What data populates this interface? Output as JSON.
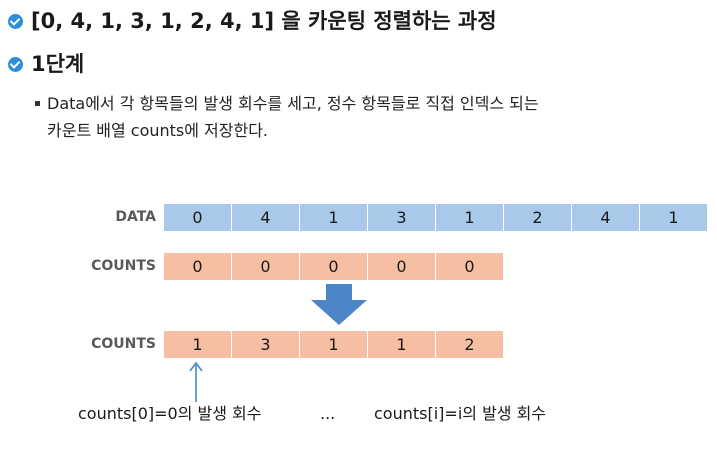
{
  "heading1": "[0, 4, 1, 3, 1, 2, 4, 1] 을 카운팅 정렬하는 과정",
  "heading2": "1단계",
  "description": {
    "line1": "Data에서 각 항목들의 발생 회수를 세고, 정수 항목들로 직접 인덱스 되는",
    "line2": "카운트 배열 counts에 저장한다."
  },
  "diagram": {
    "data_row": {
      "label": "DATA",
      "values": [
        "0",
        "4",
        "1",
        "3",
        "1",
        "2",
        "4",
        "1"
      ]
    },
    "counts_row_initial": {
      "label": "COUNTS",
      "values": [
        "0",
        "0",
        "0",
        "0",
        "0"
      ]
    },
    "counts_row_result": {
      "label": "COUNTS",
      "values": [
        "1",
        "3",
        "1",
        "1",
        "2"
      ]
    },
    "captions": {
      "first": "counts[0]=0의 발생 회수",
      "ellipsis": "...",
      "second": "counts[i]=i의 발생 회수"
    },
    "colors": {
      "data_cell": "#a8c9ea",
      "counts_cell": "#f6bfa3",
      "arrow": "#4a86c8",
      "bullet": "#2f8ed8"
    }
  }
}
